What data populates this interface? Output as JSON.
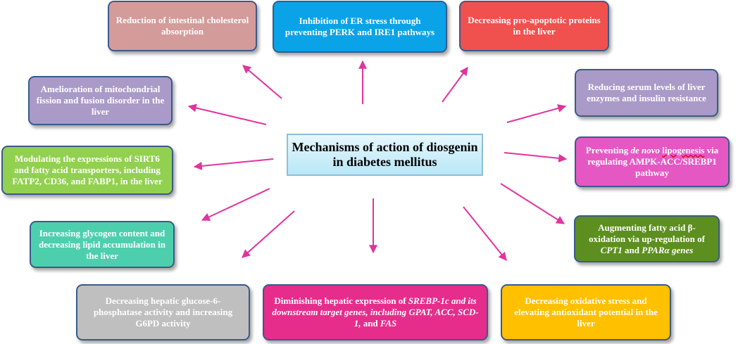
{
  "center": {
    "line1": "Mechanisms of action of",
    "line2": "diosgenin in diabetes mellitus"
  },
  "colors": {
    "arrow": "#e0349e",
    "rose": "#d49b9b",
    "blue": "#0aa3e8",
    "red": "#f0504e",
    "lavender": "#a99ac8",
    "pink": "#e558c4",
    "lime": "#92d050",
    "olive": "#5c8f1f",
    "teal": "#4dcfae",
    "magenta": "#e62d8c",
    "amber": "#ffc000",
    "gray": "#bfbfbf"
  },
  "boxes": {
    "intestinal_cholesterol": "Reduction of intestinal cholesterol absorption",
    "er_stress": "Inhibition of ER stress through preventing PERK and IRE1 pathways",
    "pro_apoptotic": "Decreasing pro-apoptotic proteins in the liver",
    "mitochondrial": "Amelioration of mitochondrial fission and fusion disorder in the liver",
    "liver_enzymes": "Reducing serum levels of liver enzymes and insulin resistance",
    "sirt6": "Modulating the expressions of SIRT6 and fatty acid transporters, including FATP2, CD36, and FABP1, in the liver",
    "lipogenesis": {
      "pre": "Preventing ",
      "italic": "de novo",
      "squig": "lipogenesis",
      "post": " via regulating AMPK-ACC/SREBP1 pathway"
    },
    "fatty_acid_oxidation": {
      "pre": "Augmenting fatty acid β-oxidation via up-regulation of ",
      "gene1": "CPT1",
      "mid": " and ",
      "gene2": "PPARα genes"
    },
    "glycogen": "Increasing glycogen content and decreasing lipid accumulation in the liver",
    "glucose6p": "Decreasing hepatic glucose-6-phosphatase activity and increasing G6PD activity",
    "srebp": {
      "pre": "Diminishing hepatic expression of ",
      "italic1": "SREBP-1c and its downstream target genes, including GPAT, ACC, SCD-1,",
      "mid": " and ",
      "italic2": "FAS"
    },
    "oxidative": "Decreasing oxidative stress and elevating antioxidant potential in the liver"
  }
}
